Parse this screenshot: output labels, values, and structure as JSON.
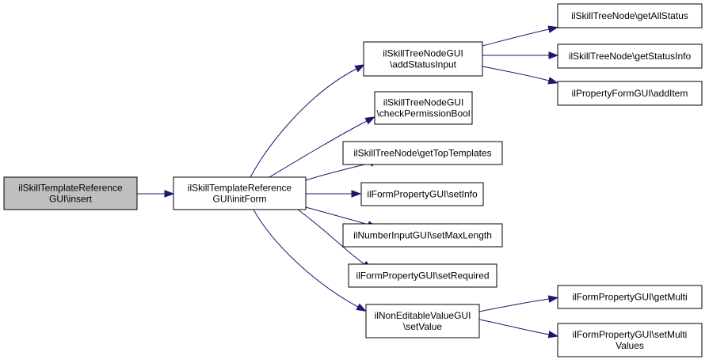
{
  "graph": {
    "colors": {
      "edge": "#191970",
      "root_fill": "#bfbfbf",
      "node_fill": "#ffffff",
      "border": "#000000"
    },
    "nodes": {
      "insert": {
        "lines": [
          "ilSkillTemplateReference",
          "GUI\\insert"
        ]
      },
      "initForm": {
        "lines": [
          "ilSkillTemplateReference",
          "GUI\\initForm"
        ]
      },
      "addStatusInput": {
        "lines": [
          "ilSkillTreeNodeGUI",
          "\\addStatusInput"
        ]
      },
      "checkPermissionBool": {
        "lines": [
          "ilSkillTreeNodeGUI",
          "\\checkPermissionBool"
        ]
      },
      "getTopTemplates": {
        "lines": [
          "ilSkillTreeNode\\getTopTemplates"
        ]
      },
      "setInfo": {
        "lines": [
          "ilFormPropertyGUI\\setInfo"
        ]
      },
      "setMaxLength": {
        "lines": [
          "ilNumberInputGUI\\setMaxLength"
        ]
      },
      "setRequired": {
        "lines": [
          "ilFormPropertyGUI\\setRequired"
        ]
      },
      "setValue": {
        "lines": [
          "ilNonEditableValueGUI",
          "\\setValue"
        ]
      },
      "getAllStatus": {
        "lines": [
          "ilSkillTreeNode\\getAllStatus"
        ]
      },
      "getStatusInfo": {
        "lines": [
          "ilSkillTreeNode\\getStatusInfo"
        ]
      },
      "addItem": {
        "lines": [
          "ilPropertyFormGUI\\addItem"
        ]
      },
      "getMulti": {
        "lines": [
          "ilFormPropertyGUI\\getMulti"
        ]
      },
      "setMultiValues": {
        "lines": [
          "ilFormPropertyGUI\\setMulti",
          "Values"
        ]
      }
    },
    "edges": [
      [
        "insert",
        "initForm"
      ],
      [
        "initForm",
        "addStatusInput"
      ],
      [
        "initForm",
        "checkPermissionBool"
      ],
      [
        "initForm",
        "getTopTemplates"
      ],
      [
        "initForm",
        "setInfo"
      ],
      [
        "initForm",
        "setMaxLength"
      ],
      [
        "initForm",
        "setRequired"
      ],
      [
        "initForm",
        "setValue"
      ],
      [
        "addStatusInput",
        "getAllStatus"
      ],
      [
        "addStatusInput",
        "getStatusInfo"
      ],
      [
        "addStatusInput",
        "addItem"
      ],
      [
        "setValue",
        "getMulti"
      ],
      [
        "setValue",
        "setMultiValues"
      ]
    ]
  }
}
